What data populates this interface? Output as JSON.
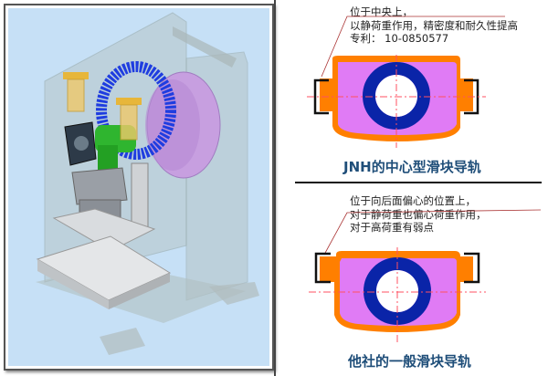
{
  "top": {
    "note_lines": [
      "位于中央上，",
      "以静荷重作用，精密度和耐久性提高",
      "专利： 10-0850577"
    ],
    "title": "JNH的中心型滑块导轨"
  },
  "bottom": {
    "note_lines": [
      "位于向后面偏心的位置上，",
      "对于静荷重也偏心荷重作用，",
      "对于高荷重有弱点"
    ],
    "title": "他社的一般滑块导轨"
  },
  "colors": {
    "orange": "#ff7f00",
    "pink": "#e07bf5",
    "ring": "#0a24a8",
    "centerline": "#ff5060",
    "title": "#1f4e79"
  }
}
